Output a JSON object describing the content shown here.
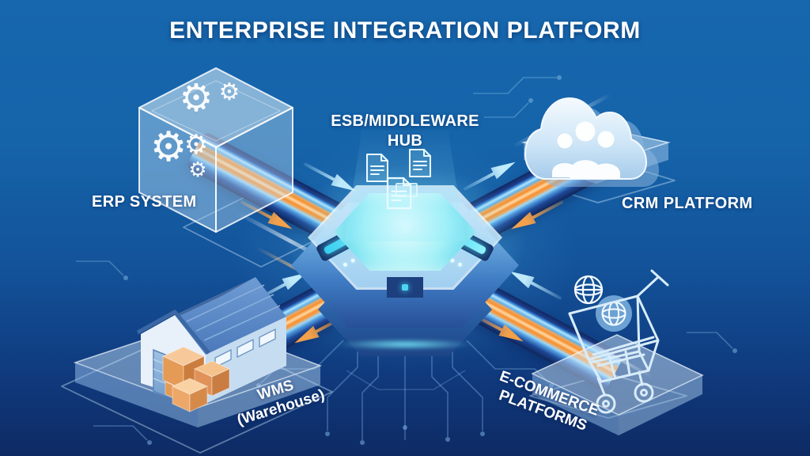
{
  "title": "ENTERPRISE INTEGRATION PLATFORM",
  "hub": {
    "label_line1": "ESB/MIDDLEWARE",
    "label_line2": "HUB",
    "icon": "document-icon",
    "document_count": 3
  },
  "nodes": [
    {
      "id": "erp-system",
      "label": "ERP SYSTEM",
      "icon": "gears-cube-icon",
      "position": "top-left"
    },
    {
      "id": "crm-platform",
      "label": "CRM PLATFORM",
      "icon": "cloud-users-icon",
      "position": "top-right"
    },
    {
      "id": "wms-warehouse",
      "label_line1": "WMS",
      "label_line2": "(Warehouse)",
      "icon": "warehouse-boxes-icon",
      "position": "bottom-left"
    },
    {
      "id": "ecommerce-platforms",
      "label_line1": "E-COMMERCE",
      "label_line2": "PLATFORMS",
      "icon": "shopping-cart-globe-icon",
      "position": "bottom-right"
    }
  ],
  "flows": [
    {
      "between": [
        "ERP SYSTEM",
        "HUB"
      ],
      "arrows": [
        "cyan-toward-hub",
        "orange-toward-hub"
      ]
    },
    {
      "between": [
        "HUB",
        "CRM PLATFORM"
      ],
      "arrows": [
        "cyan-toward-crm",
        "orange-toward-hub"
      ]
    },
    {
      "between": [
        "WMS (Warehouse)",
        "HUB"
      ],
      "arrows": [
        "cyan-toward-hub",
        "orange-toward-wms"
      ]
    },
    {
      "between": [
        "HUB",
        "E-COMMERCE PLATFORMS"
      ],
      "arrows": [
        "cyan-toward-hub",
        "orange-toward-ecommerce"
      ]
    }
  ],
  "colors": {
    "background_top": "#1767ae",
    "background_bottom": "#0e2a64",
    "accent_cyan": "#8fe2f8",
    "accent_orange": "#f6982f",
    "pipe_blue": "#1b3f8e",
    "hub_glow": "#9ff0f8",
    "text": "#ffffff"
  }
}
